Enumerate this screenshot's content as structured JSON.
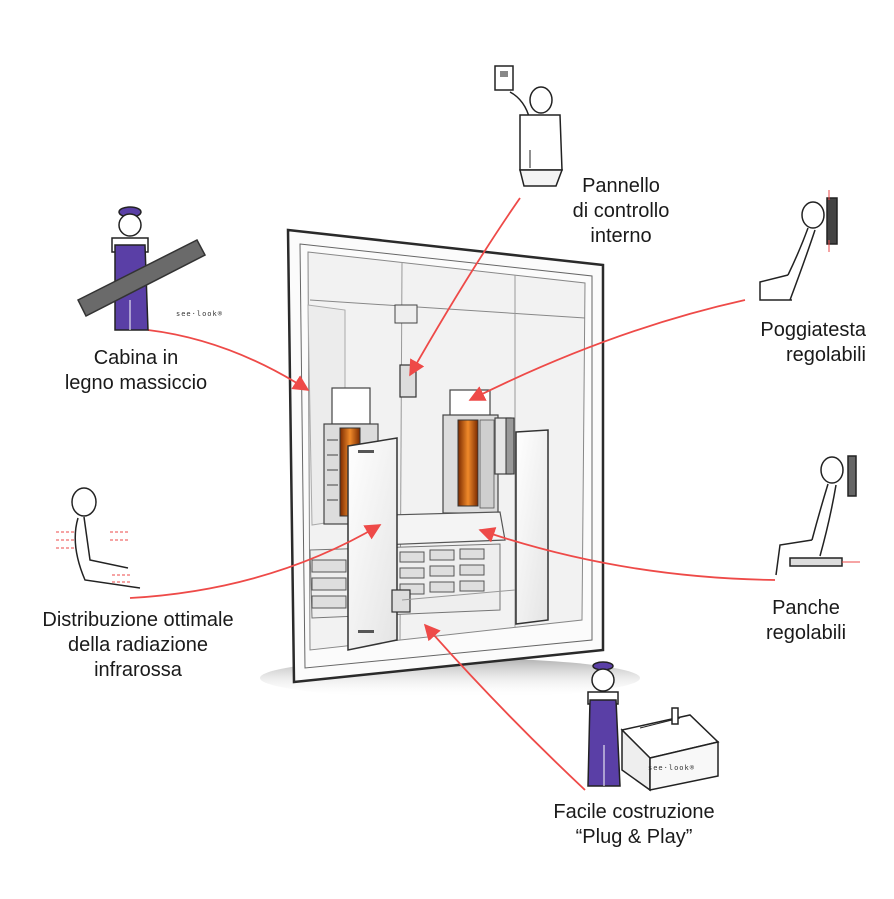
{
  "labels": {
    "control_panel": [
      "Pannello",
      "di controllo",
      "interno"
    ],
    "headrest": [
      "Poggiatesta",
      "regolabili"
    ],
    "cabin": [
      "Cabina in",
      "legno massiccio"
    ],
    "distribution": [
      "Distribuzione ottimale",
      "della radiazione",
      "infrarossa"
    ],
    "benches": [
      "Panche",
      "regolabili"
    ],
    "plugplay": [
      "Facile costruzione",
      "“Plug & Play”"
    ]
  },
  "stamps": {
    "wood_worker": "see·look®",
    "box": "see·look®"
  },
  "colors": {
    "arrow": "#ee4a48",
    "overall": "#5a3fa6",
    "radiator": "#e8661c",
    "ink": "#333333"
  },
  "icons": [
    "worker-with-plank-icon",
    "control-panel-hand-icon",
    "headrest-figure-icon",
    "bench-figure-icon",
    "radiation-figure-icon",
    "worker-with-box-icon"
  ]
}
